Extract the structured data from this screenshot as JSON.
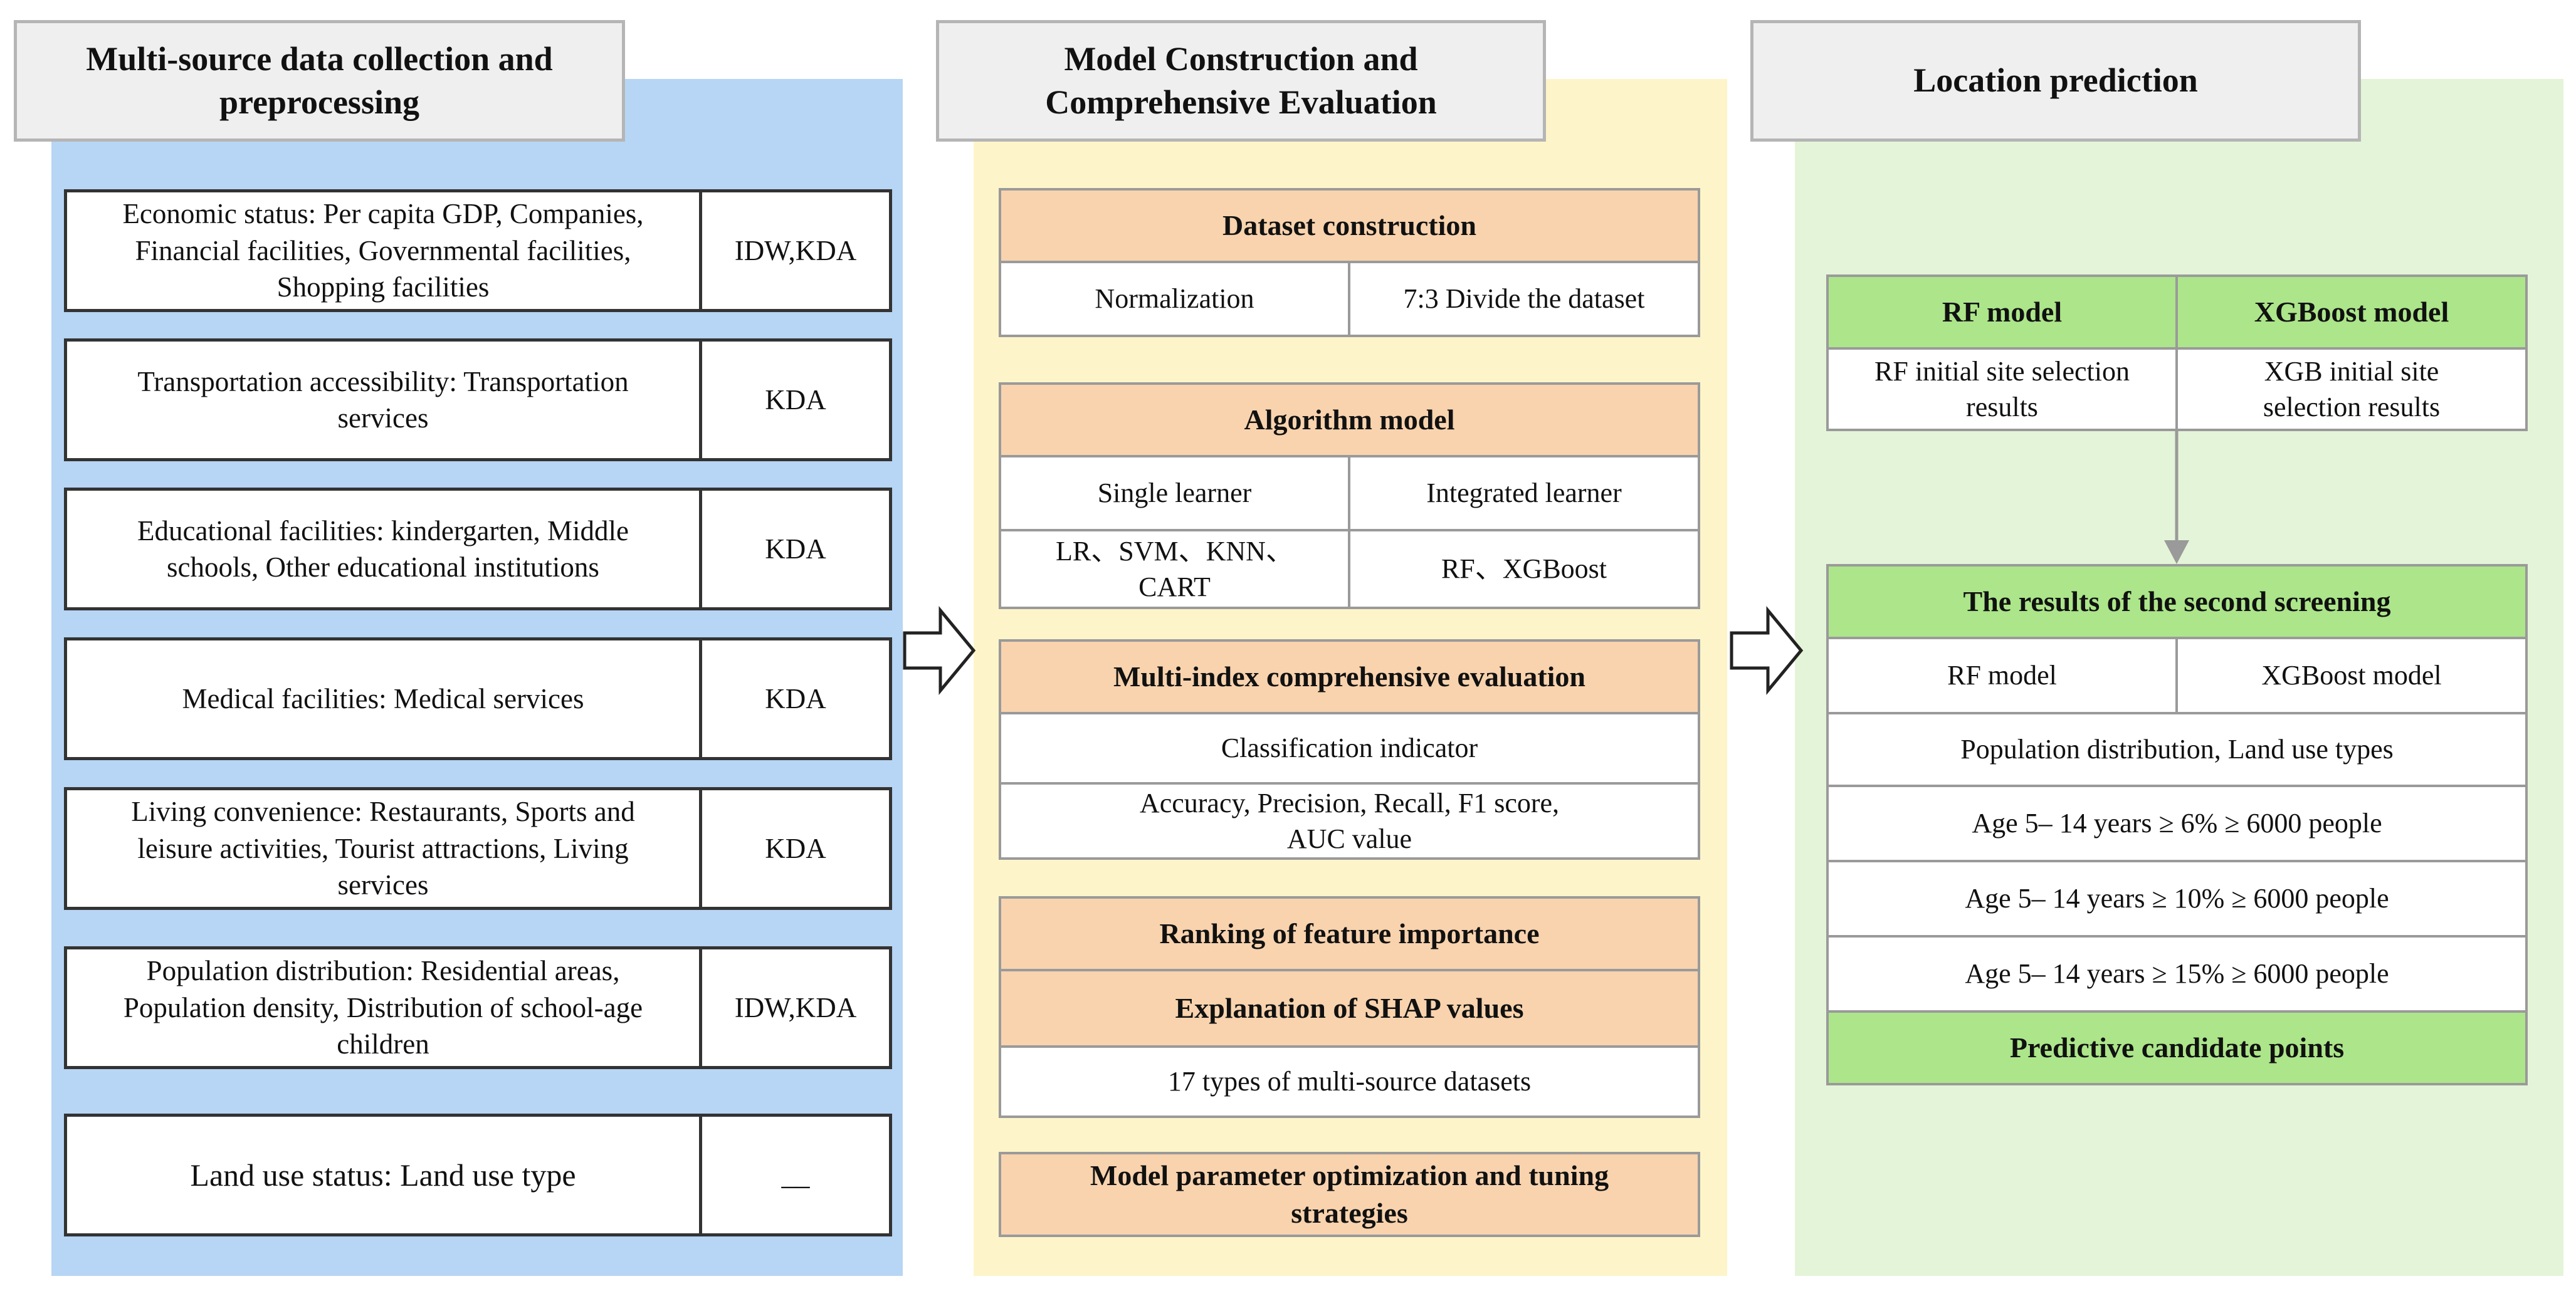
{
  "colors": {
    "panel_left": "#b7d5f4",
    "panel_mid": "#fdf5c9",
    "panel_right": "#e4f4d8",
    "header_bg": "#efefef",
    "orange_box": "#f8d3ae",
    "green_box": "#ace58a"
  },
  "col1": {
    "header": "Multi-source data collection and preprocessing",
    "rows": [
      {
        "factor": "Economic status: Per capita GDP, Companies, Financial facilities, Governmental facilities, Shopping facilities",
        "method": "IDW,KDA"
      },
      {
        "factor": "Transportation accessibility: Transportation services",
        "method": "KDA"
      },
      {
        "factor": "Educational facilities: kindergarten, Middle schools, Other educational institutions",
        "method": "KDA"
      },
      {
        "factor": "Medical facilities: Medical services",
        "method": "KDA"
      },
      {
        "factor": "Living convenience: Restaurants, Sports and leisure activities, Tourist attractions, Living services",
        "method": "KDA"
      },
      {
        "factor": "Population distribution: Residential areas, Population density, Distribution of school-age children",
        "method": "IDW,KDA"
      },
      {
        "factor": "Land use status: Land use type",
        "method": "__"
      }
    ]
  },
  "col2": {
    "header": "Model Construction and Comprehensive Evaluation",
    "dataset": {
      "title": "Dataset construction",
      "left": "Normalization",
      "right": "7:3 Divide the dataset"
    },
    "algorithm": {
      "title": "Algorithm model",
      "single": "Single learner",
      "integrated": "Integrated learner",
      "single_models": "LR、SVM、KNN、CART",
      "integrated_models": "RF、XGBoost"
    },
    "evaluation": {
      "title": "Multi-index comprehensive evaluation",
      "indicator": "Classification indicator",
      "metrics": "Accuracy, Precision, Recall, F1 score, AUC value"
    },
    "ranking": {
      "title": "Ranking of feature importance",
      "shap": "Explanation of SHAP values",
      "datasets": "17 types of multi-source datasets"
    },
    "tuning": "Model parameter optimization and tuning strategies"
  },
  "col3": {
    "header": "Location prediction",
    "rf_model": "RF model",
    "xgb_model": "XGBoost model",
    "rf_result": "RF initial site selection results",
    "xgb_result": "XGB initial site selection results",
    "second_title": "The results of the second screening",
    "rf_model2": "RF model",
    "xgb_model2": "XGBoost model",
    "pop_land": "Population distribution, Land use types",
    "age_rows": [
      "Age 5– 14 years ≥ 6% ≥ 6000 people",
      "Age 5– 14 years ≥ 10% ≥ 6000 people",
      "Age 5– 14 years ≥ 15% ≥ 6000 people"
    ],
    "candidates": "Predictive candidate points"
  }
}
